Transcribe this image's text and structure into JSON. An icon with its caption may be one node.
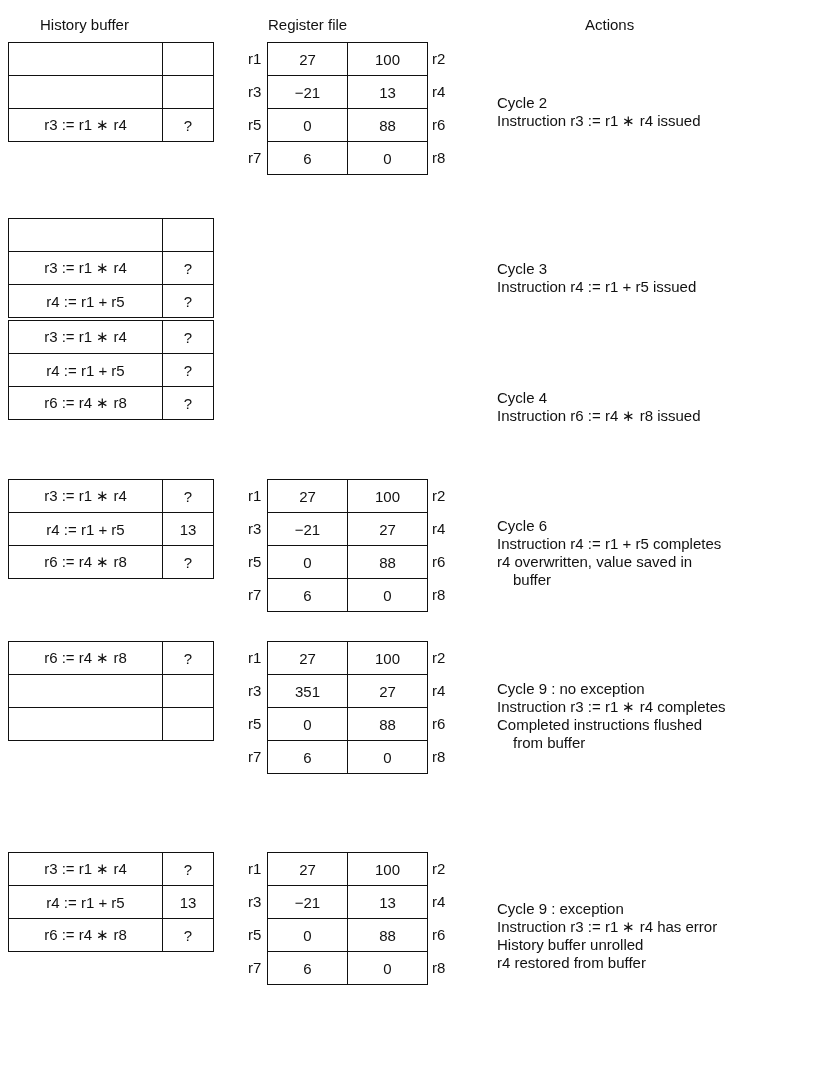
{
  "diagram": {
    "labels": [
      "History buffer",
      "Register file",
      "Actions",
      "r3 := r1 ∗ r4",
      "?",
      "r1",
      "27",
      "100",
      "r2",
      "r3",
      "−21",
      "13",
      "r4",
      "r5",
      "0",
      "88",
      "r6",
      "r7",
      "6",
      "0",
      "r8",
      "Cycle 2",
      "Instruction r3 := r1 ∗ r4 issued",
      "r3 := r1 ∗ r4",
      "?",
      "r4 := r1 + r5",
      "?",
      "Cycle 3",
      "Instruction r4 := r1 + r5 issued",
      "r3 := r1 ∗ r4",
      "?",
      "r4 := r1 + r5",
      "?",
      "r6 := r4 ∗ r8",
      "?",
      "Cycle 4",
      "Instruction r6 := r4 ∗ r8 issued",
      "r3 := r1 ∗ r4",
      "?",
      "r4 := r1 + r5",
      "13",
      "r6 := r4 ∗ r8",
      "?",
      "r1",
      "27",
      "100",
      "r2",
      "r3",
      "−21",
      "27",
      "r4",
      "r5",
      "0",
      "88",
      "r6",
      "r7",
      "6",
      "0",
      "r8",
      "Cycle 6",
      "Instruction r4 := r1 + r5 completes",
      "r4 overwritten, value saved in buffer",
      "r6 := r4 ∗ r8",
      "?",
      "r1",
      "27",
      "100",
      "r2",
      "r3",
      "351",
      "27",
      "r4",
      "r5",
      "0",
      "88",
      "r6",
      "r7",
      "6",
      "0",
      "r8",
      "Cycle 9 : no exception",
      "Instruction r3 := r1 ∗ r4 completes",
      "Completed instructions flushed from buffer",
      "r3 := r1 ∗ r4",
      "?",
      "r4 := r1 + r5",
      "13",
      "r6 := r4 ∗ r8",
      "?",
      "r1",
      "27",
      "100",
      "r2",
      "r3",
      "−21",
      "13",
      "r4",
      "r5",
      "0",
      "88",
      "r6",
      "r7",
      "6",
      "0",
      "r8",
      "Cycle 9 : exception",
      "Instruction r3 := r1 ∗ r4 has error",
      "History buffer unrolled",
      "r4 restored from buffer"
    ]
  }
}
